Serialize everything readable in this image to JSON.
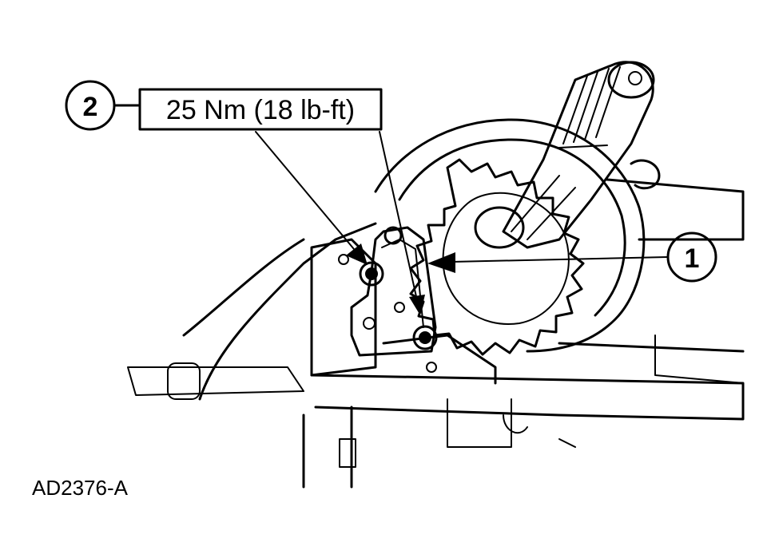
{
  "callouts": [
    {
      "number": "1"
    },
    {
      "number": "2"
    }
  ],
  "torque_label": "25 Nm (18 lb-ft)",
  "figure_id": "AD2376-A"
}
